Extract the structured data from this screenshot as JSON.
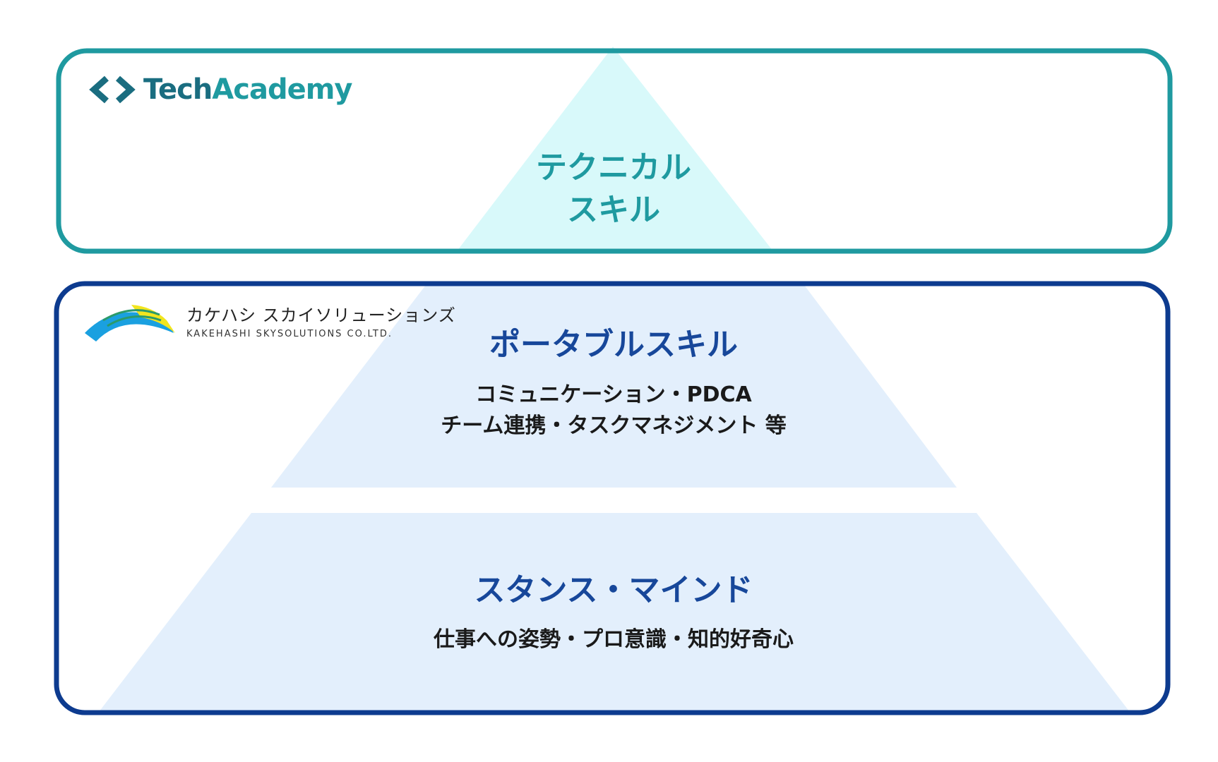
{
  "colors": {
    "tech_border": "#1f9aa0",
    "tech_fill": "#d8f9fa",
    "base_border": "#0d3b8f",
    "base_fill": "#e3effc"
  },
  "logos": {
    "techacademy": {
      "tech": "Tech",
      "academy": "Academy"
    },
    "kakehashi": {
      "jp": "カケハシ スカイソリューションズ",
      "en": "KAKEHASHI SKYSOLUTIONS CO.LTD."
    }
  },
  "pyramid": {
    "technical": {
      "line1": "テクニカル",
      "line2": "スキル"
    },
    "portable": {
      "title": "ポータブルスキル",
      "line1": "コミュニケーション・PDCA",
      "line2": "チーム連携・タスクマネジメント 等"
    },
    "stance": {
      "title": "スタンス・マインド",
      "line1": "仕事への姿勢・プロ意識・知的好奇心"
    }
  }
}
